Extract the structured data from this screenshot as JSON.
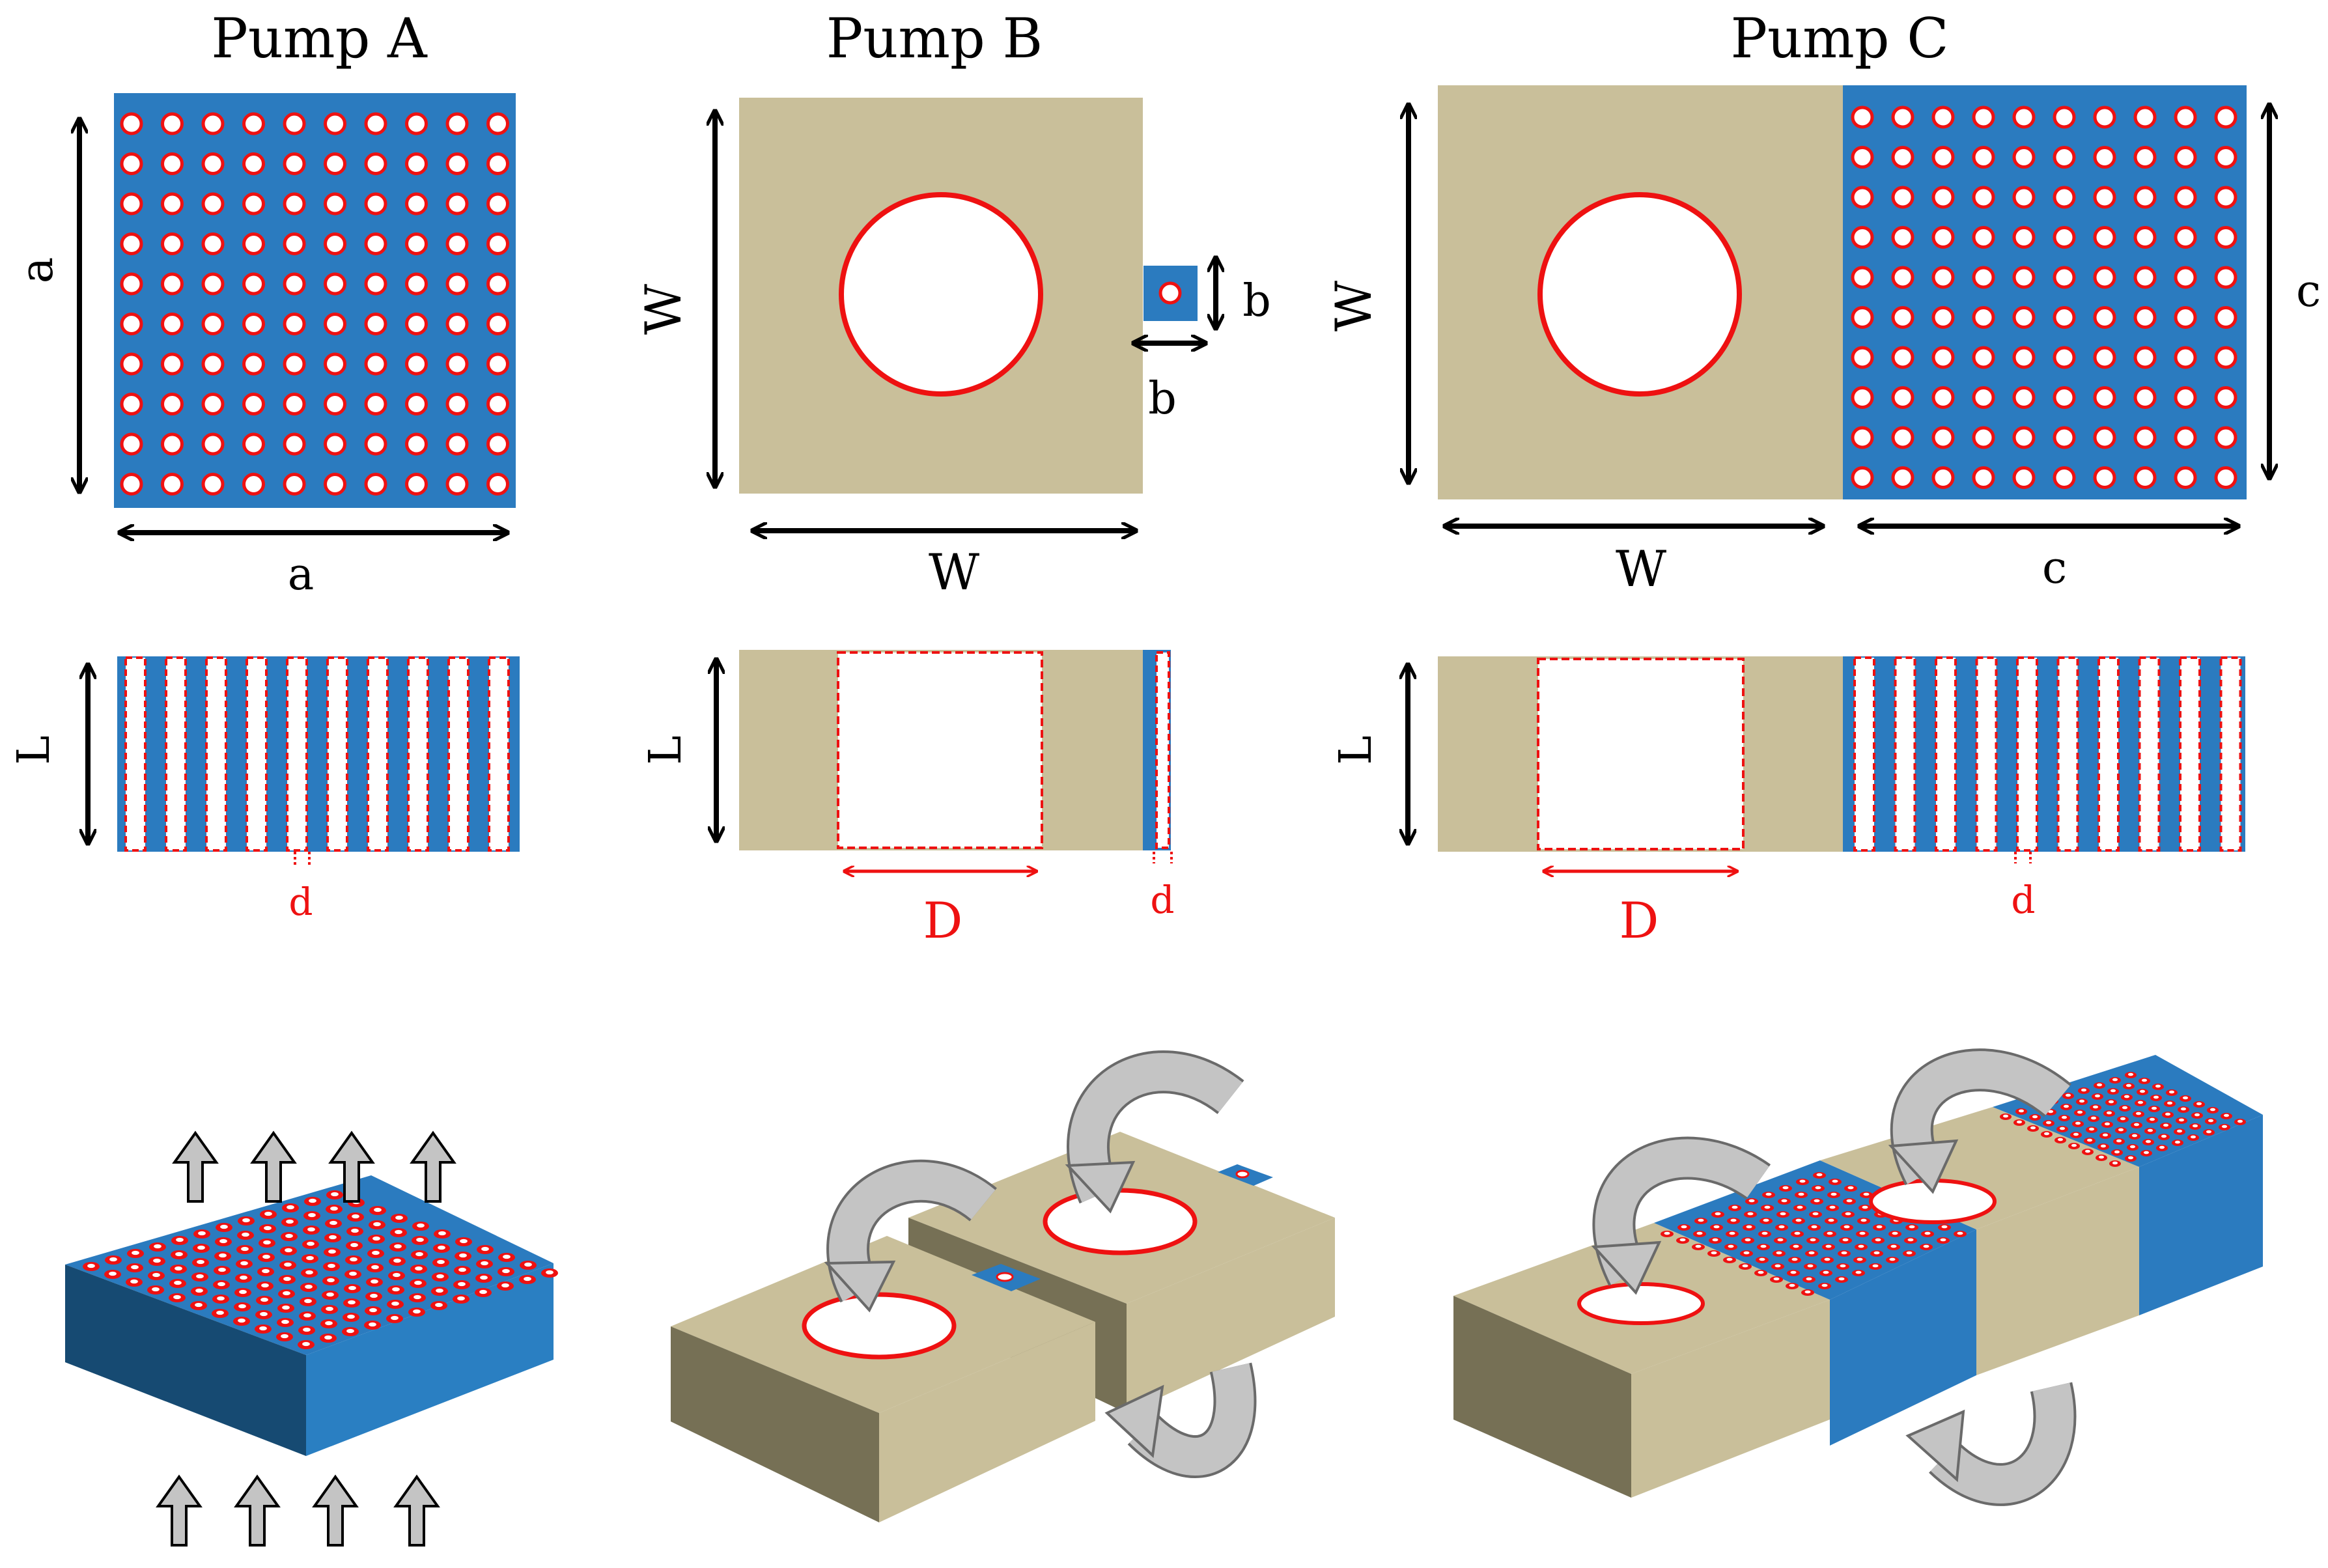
{
  "colors": {
    "membrane_blue": "#2B7BBF",
    "membrane_blue_dark": "#164A72",
    "tan": "#C9BF9A",
    "tan_dark": "#767055",
    "pore_red": "#EE1111",
    "arrow_grey": "#C4C4C4",
    "ink": "#000000"
  },
  "panels": {
    "pump_a": {
      "title": "Pump A",
      "width_label": "a",
      "height_label": "a",
      "length_label": "L",
      "pore_label": "d",
      "pore_grid": "10x10"
    },
    "pump_b": {
      "title": "Pump B",
      "width_label": "W",
      "height_label": "W",
      "membrane_w_label": "b",
      "membrane_h_label": "b",
      "length_label": "L",
      "channel_label": "D",
      "pore_label": "d"
    },
    "pump_c": {
      "title": "Pump C",
      "width_label": "W",
      "height_label": "W",
      "membrane_w_label": "c",
      "membrane_h_label": "c",
      "length_label": "L",
      "channel_label": "D",
      "pore_label": "d",
      "pore_grid": "10x10"
    }
  }
}
